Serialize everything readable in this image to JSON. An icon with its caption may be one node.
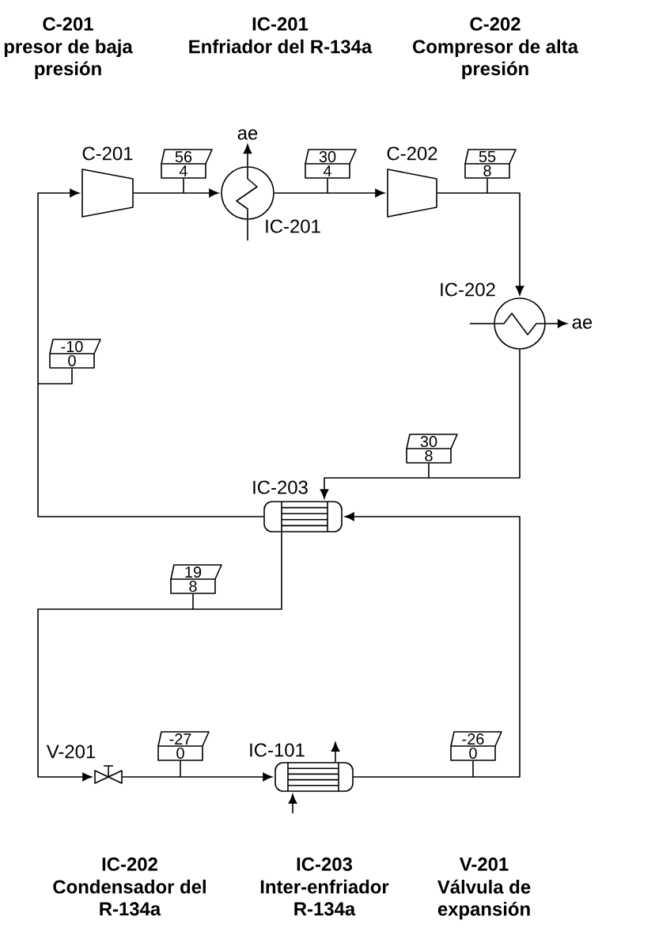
{
  "diagram": {
    "nodes": [
      {
        "text": [],
        "shape": "trapezoid",
        "beside": [
          "C-201"
        ]
      },
      {
        "text": [
          "56",
          "4"
        ]
      },
      {
        "text": [
          "ae"
        ]
      },
      {
        "text": [],
        "shape": "circle",
        "beside": [
          "IC-201"
        ]
      },
      {
        "text": [
          "30",
          "4"
        ]
      },
      {
        "text": [],
        "shape": "trapezoid",
        "beside": [
          "C-202"
        ]
      },
      {
        "text": [
          "55",
          "8"
        ]
      },
      {
        "text": [
          "-10",
          "0"
        ]
      },
      {
        "text": [],
        "shape": "circle",
        "beside": [
          "IC-202"
        ]
      },
      {
        "text": [
          "ae"
        ]
      },
      {
        "text": [
          "30",
          "8"
        ]
      },
      {
        "text": [],
        "shape": "cylinder",
        "beside": [
          "IC-203"
        ]
      },
      {
        "text": [
          "19",
          "8"
        ]
      },
      {
        "text": [],
        "shape": "bowtie",
        "beside": [
          "V-201"
        ]
      },
      {
        "text": [
          "-27",
          "0"
        ]
      },
      {
        "text": [],
        "shape": "cylinder",
        "beside": [
          "IC-101"
        ]
      },
      {
        "text": [
          "-26",
          "0"
        ]
      }
    ],
    "edges": [
      {
        "from": 11,
        "to": 0,
        "arrow": "to"
      },
      {
        "from": 0,
        "to": 3,
        "arrow": "to"
      },
      {
        "from": 3,
        "to": 5,
        "arrow": "to"
      },
      {
        "from": 5,
        "to": 8,
        "arrow": "to"
      },
      {
        "from": 8,
        "to": 11,
        "arrow": "to"
      },
      {
        "from": 11,
        "to": 13,
        "arrow": "to"
      },
      {
        "from": 13,
        "to": 15,
        "arrow": "to"
      },
      {
        "from": 15,
        "to": 11,
        "arrow": "to"
      },
      {
        "from": 3,
        "to": 2,
        "arrow": "to"
      },
      {
        "from": null,
        "to": 3,
        "arrow": "none"
      },
      {
        "from": null,
        "to": 8,
        "arrow": "none"
      },
      {
        "from": 8,
        "to": 9,
        "arrow": "to"
      },
      {
        "from": 15,
        "to": null,
        "arrow": "to"
      },
      {
        "from": null,
        "to": 15,
        "arrow": "to"
      },
      {
        "from": 1,
        "to": null,
        "arrow": "none"
      },
      {
        "from": 4,
        "to": null,
        "arrow": "none"
      },
      {
        "from": 6,
        "to": null,
        "arrow": "none"
      },
      {
        "from": 7,
        "to": null,
        "arrow": "none"
      },
      {
        "from": 10,
        "to": null,
        "arrow": "none"
      },
      {
        "from": 12,
        "to": null,
        "arrow": "none"
      },
      {
        "from": 14,
        "to": null,
        "arrow": "none"
      },
      {
        "from": 16,
        "to": null,
        "arrow": "none"
      }
    ],
    "labels": [
      "C-201",
      "presor de baja presión",
      "IC-201",
      "Enfriador del R-134a",
      "C-202",
      "Compresor de alta presión",
      "IC-202",
      "Condensador del R-134a",
      "IC-203",
      "Inter-enfriador R-134a",
      "V-201",
      "Válvula de expansión"
    ]
  }
}
